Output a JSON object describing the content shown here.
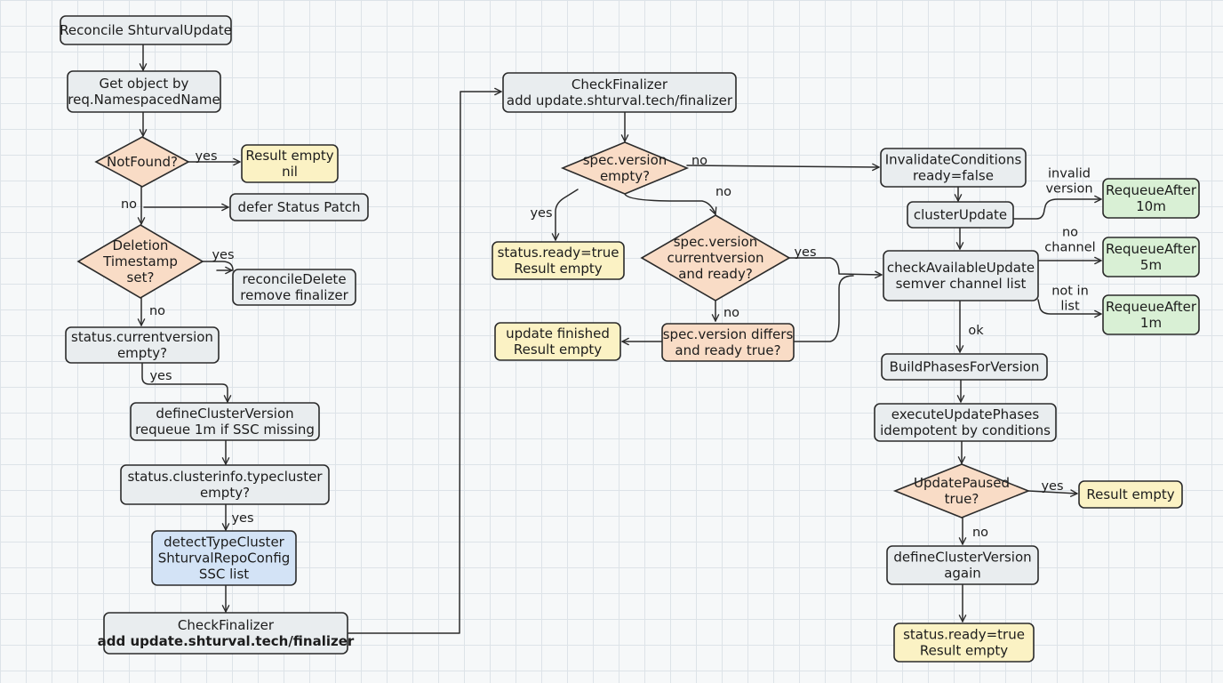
{
  "colors": {
    "gray": "#e9edef",
    "yellow": "#fbf2c4",
    "orange": "#f9dcc6",
    "blue": "#d3e3f6",
    "green": "#d9f0d5",
    "stroke": "#2b2b2b"
  },
  "nodes": {
    "reconcile": {
      "lines": [
        "Reconcile ShturvalUpdate"
      ]
    },
    "get_object": {
      "lines": [
        "Get object by",
        "req.NamespacedName"
      ]
    },
    "not_found": {
      "lines": [
        "NotFound?"
      ]
    },
    "result_nil": {
      "lines": [
        "Result empty",
        "nil"
      ]
    },
    "defer_patch": {
      "lines": [
        "defer Status Patch"
      ]
    },
    "deletion": {
      "lines": [
        "Deletion",
        "Timestamp",
        "set?"
      ]
    },
    "reconcile_delete": {
      "lines": [
        "reconcileDelete",
        "remove finalizer"
      ]
    },
    "current_version": {
      "lines": [
        "status.currentversion",
        "empty?"
      ]
    },
    "define_cluster_1": {
      "lines": [
        "defineClusterVersion",
        "requeue 1m if SSC missing"
      ]
    },
    "typecluster": {
      "lines": [
        "status.clusterinfo.typecluster",
        "empty?"
      ]
    },
    "detect_type": {
      "lines": [
        "detectTypeCluster",
        "ShturvalRepoConfig",
        "SSC list"
      ]
    },
    "finalizer_1": {
      "lines": [
        "CheckFinalizer",
        "add update.shturval.tech/finalizer"
      ]
    },
    "finalizer_2": {
      "lines": [
        "CheckFinalizer",
        "add update.shturval.tech/finalizer"
      ]
    },
    "spec_empty": {
      "lines": [
        "spec.version",
        "empty?"
      ]
    },
    "ready_true_1": {
      "lines": [
        "status.ready=true",
        "Result empty"
      ]
    },
    "spec_current": {
      "lines": [
        "spec.version",
        "currentversion",
        "and ready?"
      ]
    },
    "update_finished": {
      "lines": [
        "update finished",
        "Result empty"
      ]
    },
    "spec_differs": {
      "lines": [
        "spec.version differs",
        "and ready true?"
      ]
    },
    "invalidate": {
      "lines": [
        "InvalidateConditions",
        "ready=false"
      ]
    },
    "cluster_update": {
      "lines": [
        "clusterUpdate"
      ]
    },
    "check_available": {
      "lines": [
        "checkAvailableUpdate",
        "semver channel list"
      ]
    },
    "requeue_10m": {
      "lines": [
        "RequeueAfter",
        "10m"
      ]
    },
    "requeue_5m": {
      "lines": [
        "RequeueAfter",
        "5m"
      ]
    },
    "requeue_1m": {
      "lines": [
        "RequeueAfter",
        "1m"
      ]
    },
    "build_phases": {
      "lines": [
        "BuildPhasesForVersion"
      ]
    },
    "execute_phases": {
      "lines": [
        "executeUpdatePhases",
        "idempotent by conditions"
      ]
    },
    "update_paused": {
      "lines": [
        "UpdatePaused",
        "true?"
      ]
    },
    "result_empty": {
      "lines": [
        "Result empty"
      ]
    },
    "define_cluster_2": {
      "lines": [
        "defineClusterVersion",
        "again"
      ]
    },
    "ready_true_2": {
      "lines": [
        "status.ready=true",
        "Result empty"
      ]
    }
  },
  "edge_labels": {
    "yes_notfound": [
      "yes"
    ],
    "no_notfound": [
      "no"
    ],
    "yes_deletion": [
      "yes"
    ],
    "no_deletion": [
      "no"
    ],
    "yes_current": [
      "yes"
    ],
    "yes_typecluster": [
      "yes"
    ],
    "no_spec_empty": [
      "no"
    ],
    "yes_spec_empty": [
      "yes"
    ],
    "no_spec_empty_down": [
      "no"
    ],
    "yes_spec_current": [
      "yes"
    ],
    "no_spec_current": [
      "no"
    ],
    "invalid_version": [
      "invalid",
      "version"
    ],
    "no_channel": [
      "no",
      "channel"
    ],
    "not_in_list": [
      "not in",
      "list"
    ],
    "ok": [
      "ok"
    ],
    "yes_paused": [
      "yes"
    ],
    "no_paused": [
      "no"
    ]
  }
}
